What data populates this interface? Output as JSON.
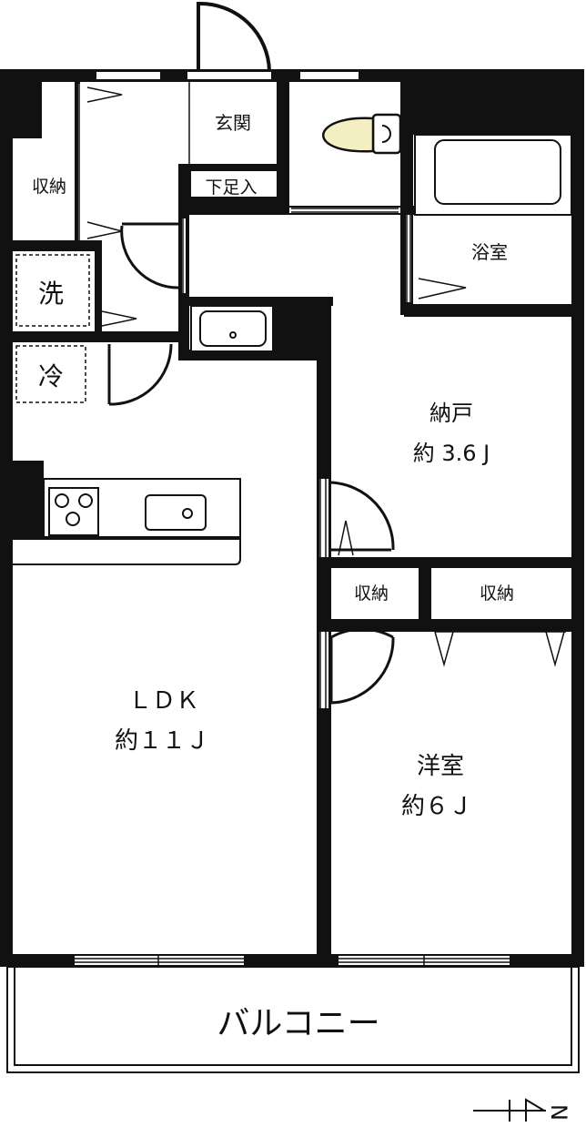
{
  "rooms": {
    "entrance": "玄関",
    "shoe_closet": "下足入",
    "storage_left": "収納",
    "washer": "洗",
    "fridge": "冷",
    "bath": "浴室",
    "closet_room_name": "納戸",
    "closet_room_size": "約 3.6 J",
    "storage_mid": "収納",
    "storage_right": "収納",
    "ldk_name": "ＬＤＫ",
    "ldk_size": "約１１Ｊ",
    "western_name": "洋室",
    "western_size": "約６Ｊ",
    "balcony": "バルコニー"
  },
  "compass": {
    "label": "N"
  },
  "colors": {
    "wall": "#111111",
    "toilet": "#f4efc2"
  }
}
